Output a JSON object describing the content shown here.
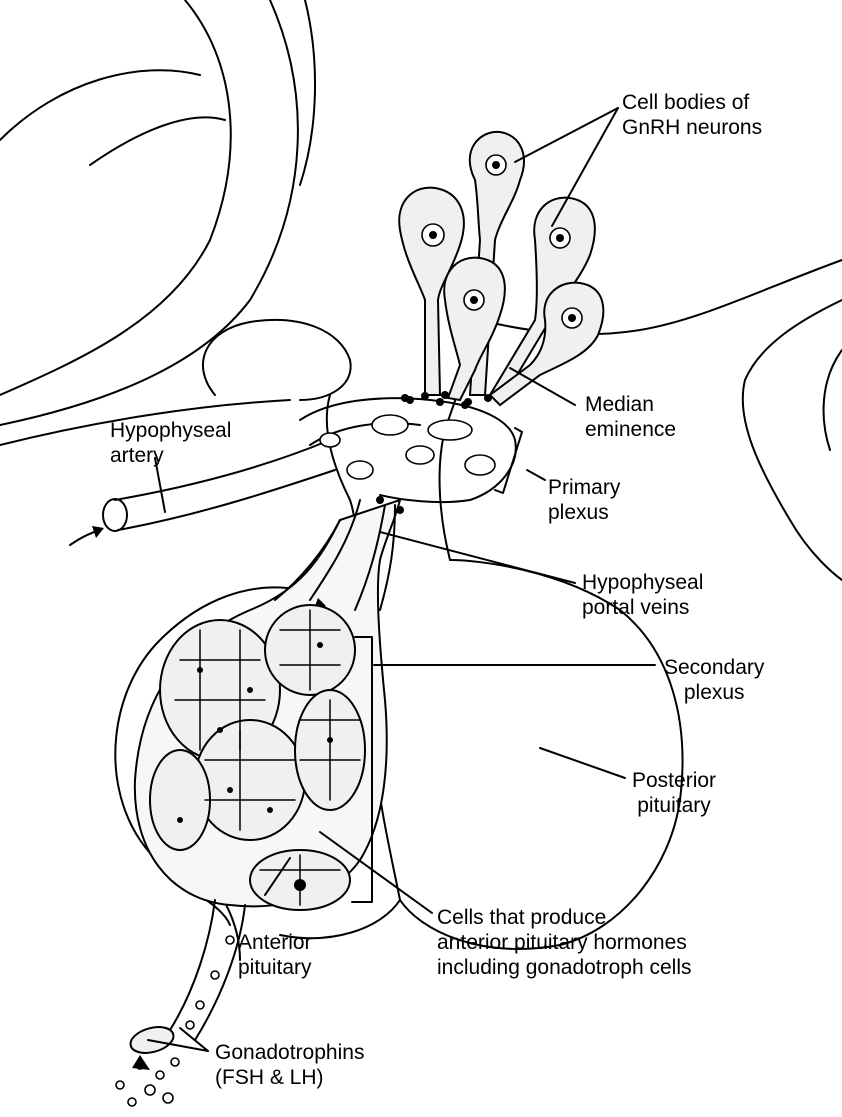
{
  "labels": {
    "gnrh_neurons": [
      "Cell bodies of",
      "GnRH neurons"
    ],
    "median_eminence": [
      "Median",
      "eminence"
    ],
    "hypophyseal_artery": [
      "Hypophyseal",
      "artery"
    ],
    "primary_plexus": [
      "Primary",
      "plexus"
    ],
    "portal_veins": [
      "Hypophyseal",
      "portal veins"
    ],
    "secondary_plexus": [
      "Secondary",
      "plexus"
    ],
    "posterior_pituitary": [
      "Posterior",
      "pituitary"
    ],
    "cells_produce": [
      "Cells that produce",
      "anterior pituitary hormones",
      "including gonadotroph cells"
    ],
    "anterior_pituitary": [
      "Anterior",
      "pituitary"
    ],
    "gonadotrophins": [
      "Gonadotrophins",
      "(FSH & LH)"
    ]
  }
}
